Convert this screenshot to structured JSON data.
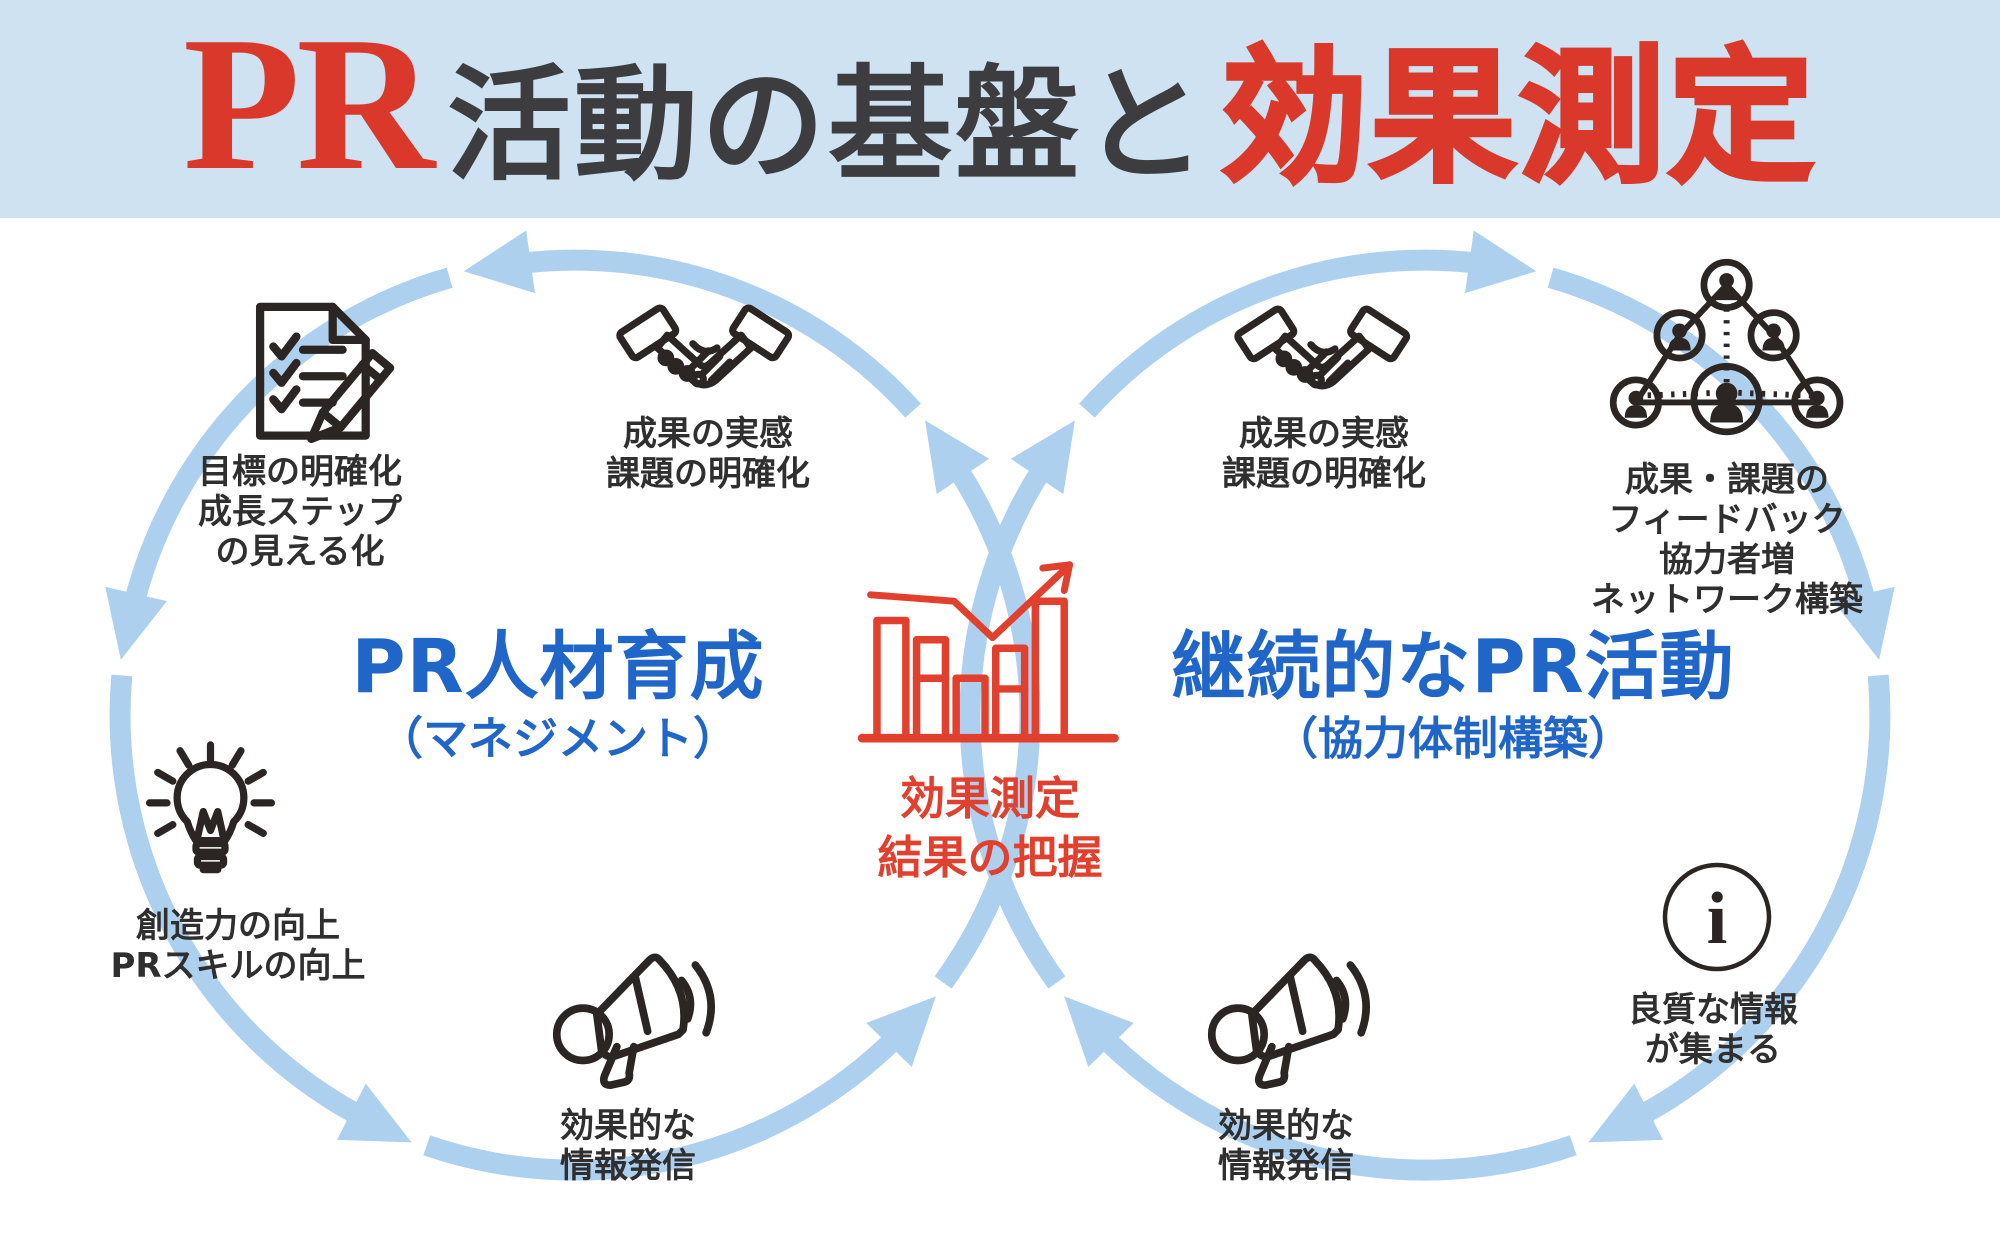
{
  "theme": {
    "banner_bg": "#cfe2f2",
    "ring_blue": "#aed0ef",
    "title_red": "#d9382a",
    "title_gray": "#3d3d40",
    "cycle_blue": "#2065c8",
    "accent_red": "#e2402e",
    "icon_ink": "#2b2623",
    "label_ink": "#2f2f2f",
    "canvas_bg": "#ffffff"
  },
  "header": {
    "title_pr": "PR",
    "title_mid": "活動の基盤と",
    "title_emph": "効果測定"
  },
  "left_cycle": {
    "title": "PR人材育成",
    "subtitle": "（マネジメント）",
    "nodes": [
      {
        "icon": "checklist-document",
        "lines": [
          "目標の明確化",
          "成長ステップ",
          "の見える化"
        ]
      },
      {
        "icon": "handshake",
        "lines": [
          "成果の実感",
          "課題の明確化"
        ]
      },
      {
        "icon": "lightbulb",
        "lines": [
          "創造力の向上",
          "PRスキルの向上"
        ]
      },
      {
        "icon": "megaphone",
        "lines": [
          "効果的な",
          "情報発信"
        ]
      }
    ]
  },
  "right_cycle": {
    "title": "継続的なPR活動",
    "subtitle": "（協力体制構築）",
    "nodes": [
      {
        "icon": "handshake",
        "lines": [
          "成果の実感",
          "課題の明確化"
        ]
      },
      {
        "icon": "people-network",
        "lines": [
          "成果・課題の",
          "フィードバック",
          "協力者増",
          "ネットワーク構築"
        ]
      },
      {
        "icon": "info",
        "glyph": "i",
        "lines": [
          "良質な情報",
          "が集まる"
        ]
      },
      {
        "icon": "megaphone",
        "lines": [
          "効果的な",
          "情報発信"
        ]
      }
    ]
  },
  "center": {
    "icon": "bar-chart-growth",
    "lines": [
      "効果測定",
      "結果の把握"
    ]
  }
}
